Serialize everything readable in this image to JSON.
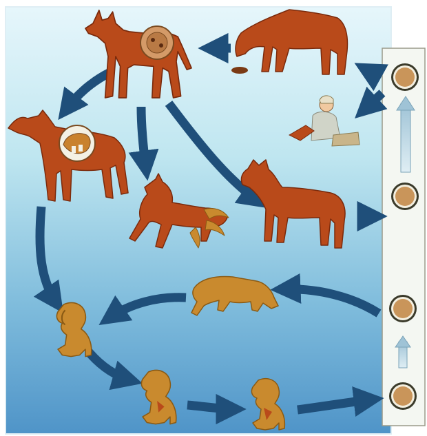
{
  "diagram": {
    "kind": "life-cycle",
    "text_labels": [],
    "colors": {
      "adult_dog": "#b94a1a",
      "adult_dog_outline": "#7a2a0c",
      "puppy": "#c98a2e",
      "puppy_outline": "#8a5a14",
      "arrow": "#1f4f7a",
      "egg_shell": "#3a3a2a",
      "egg_fill": "#c9955a",
      "sky_top": "#e6f6fb",
      "sky_mid": "#a9dbe9",
      "sky_bottom": "#4f94c8",
      "panel": "#f4f7f2"
    },
    "figures": [
      {
        "name": "adult-dog-with-cyst",
        "icon": "dog-icon"
      },
      {
        "name": "adult-dog-grazing",
        "icon": "dog-icon"
      },
      {
        "name": "adult-dog-with-cyst-cross-section",
        "icon": "dog-icon"
      },
      {
        "name": "adult-dog-shedding",
        "icon": "dog-icon"
      },
      {
        "name": "adult-dog-standing",
        "icon": "dog-icon"
      },
      {
        "name": "child-playing",
        "icon": "child-icon"
      },
      {
        "name": "young-dog-sniffing",
        "icon": "puppy-icon"
      },
      {
        "name": "puppy-sitting-1",
        "icon": "puppy-icon"
      },
      {
        "name": "puppy-sitting-2",
        "icon": "puppy-icon"
      },
      {
        "name": "puppy-sitting-3",
        "icon": "puppy-icon"
      }
    ],
    "eggs": [
      {
        "name": "egg-stage-1"
      },
      {
        "name": "egg-stage-2"
      },
      {
        "name": "egg-stage-3"
      },
      {
        "name": "egg-stage-4"
      }
    ]
  }
}
